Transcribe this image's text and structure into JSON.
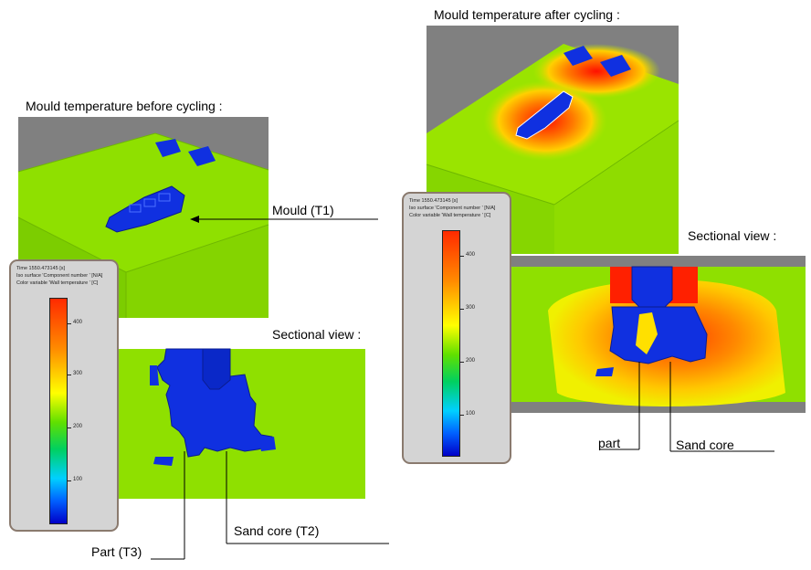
{
  "title_before": "Mould temperature before cycling :",
  "title_after": "Mould temperature after cycling :",
  "mould_label": "Mould (T1)",
  "sectional_view_left": "Sectional view :",
  "sectional_view_right": "Sectional view :",
  "part_t3_label": "Part (T3)",
  "sand_core_t2_label": "Sand core (T2)",
  "part_label": "part",
  "sand_core_label": "Sand core",
  "legend": {
    "time": "Time 1550.473145 [s]",
    "iso": "Iso surface 'Component number ' [N/A]",
    "color": "Color variable 'Wall temperature ' [C]",
    "ticks": [
      "400",
      "300",
      "200",
      "100"
    ]
  },
  "colors": {
    "mould_green": "#8fe000",
    "core_blue": "#1030e0",
    "hot_red": "#ff2000",
    "background_gray": "#808080"
  }
}
